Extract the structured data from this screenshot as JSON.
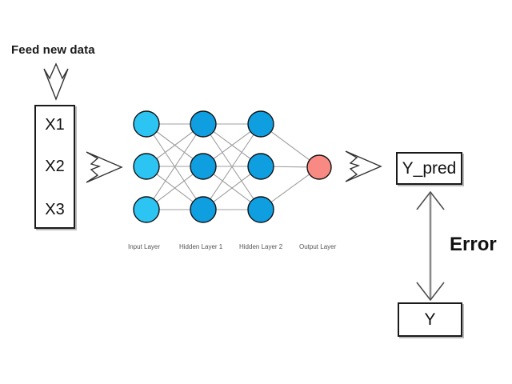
{
  "diagram": {
    "title_note": "Feed new data",
    "feed_label": "Feed new data",
    "error_label": "Error",
    "inputs": {
      "name": "input-features",
      "values": [
        "X1",
        "X2",
        "X3"
      ]
    },
    "outputs": {
      "prediction_label": "Y_pred",
      "target_label": "Y"
    },
    "layer_captions": {
      "input": "Input Layer",
      "hidden1": "Hidden Layer 1",
      "hidden2": "Hidden Layer 2",
      "output": "Output Layer"
    },
    "network": {
      "layers": [
        {
          "name": "Input Layer",
          "node_count": 3,
          "color": "#2bc4f3"
        },
        {
          "name": "Hidden Layer 1",
          "node_count": 3,
          "color": "#0f9ee0"
        },
        {
          "name": "Hidden Layer 2",
          "node_count": 3,
          "color": "#0f9ee0"
        },
        {
          "name": "Output Layer",
          "node_count": 1,
          "color": "#f98a83"
        }
      ],
      "edge_color": "#9a9a9a",
      "node_stroke": "#111111"
    },
    "icons": {
      "feed_arrow": "arrow-down-outline",
      "to_network_arrow": "arrow-right-outline",
      "to_prediction_arrow": "arrow-right-outline",
      "error_arrow": "arrow-up-down-double"
    },
    "colors": {
      "input_node": "#2bc4f3",
      "hidden_node": "#0f9ee0",
      "output_node": "#f98a83",
      "edge": "#9a9a9a",
      "box_border": "#1a1a1a",
      "error_arrow": "#808080",
      "background": "#ffffff"
    }
  }
}
